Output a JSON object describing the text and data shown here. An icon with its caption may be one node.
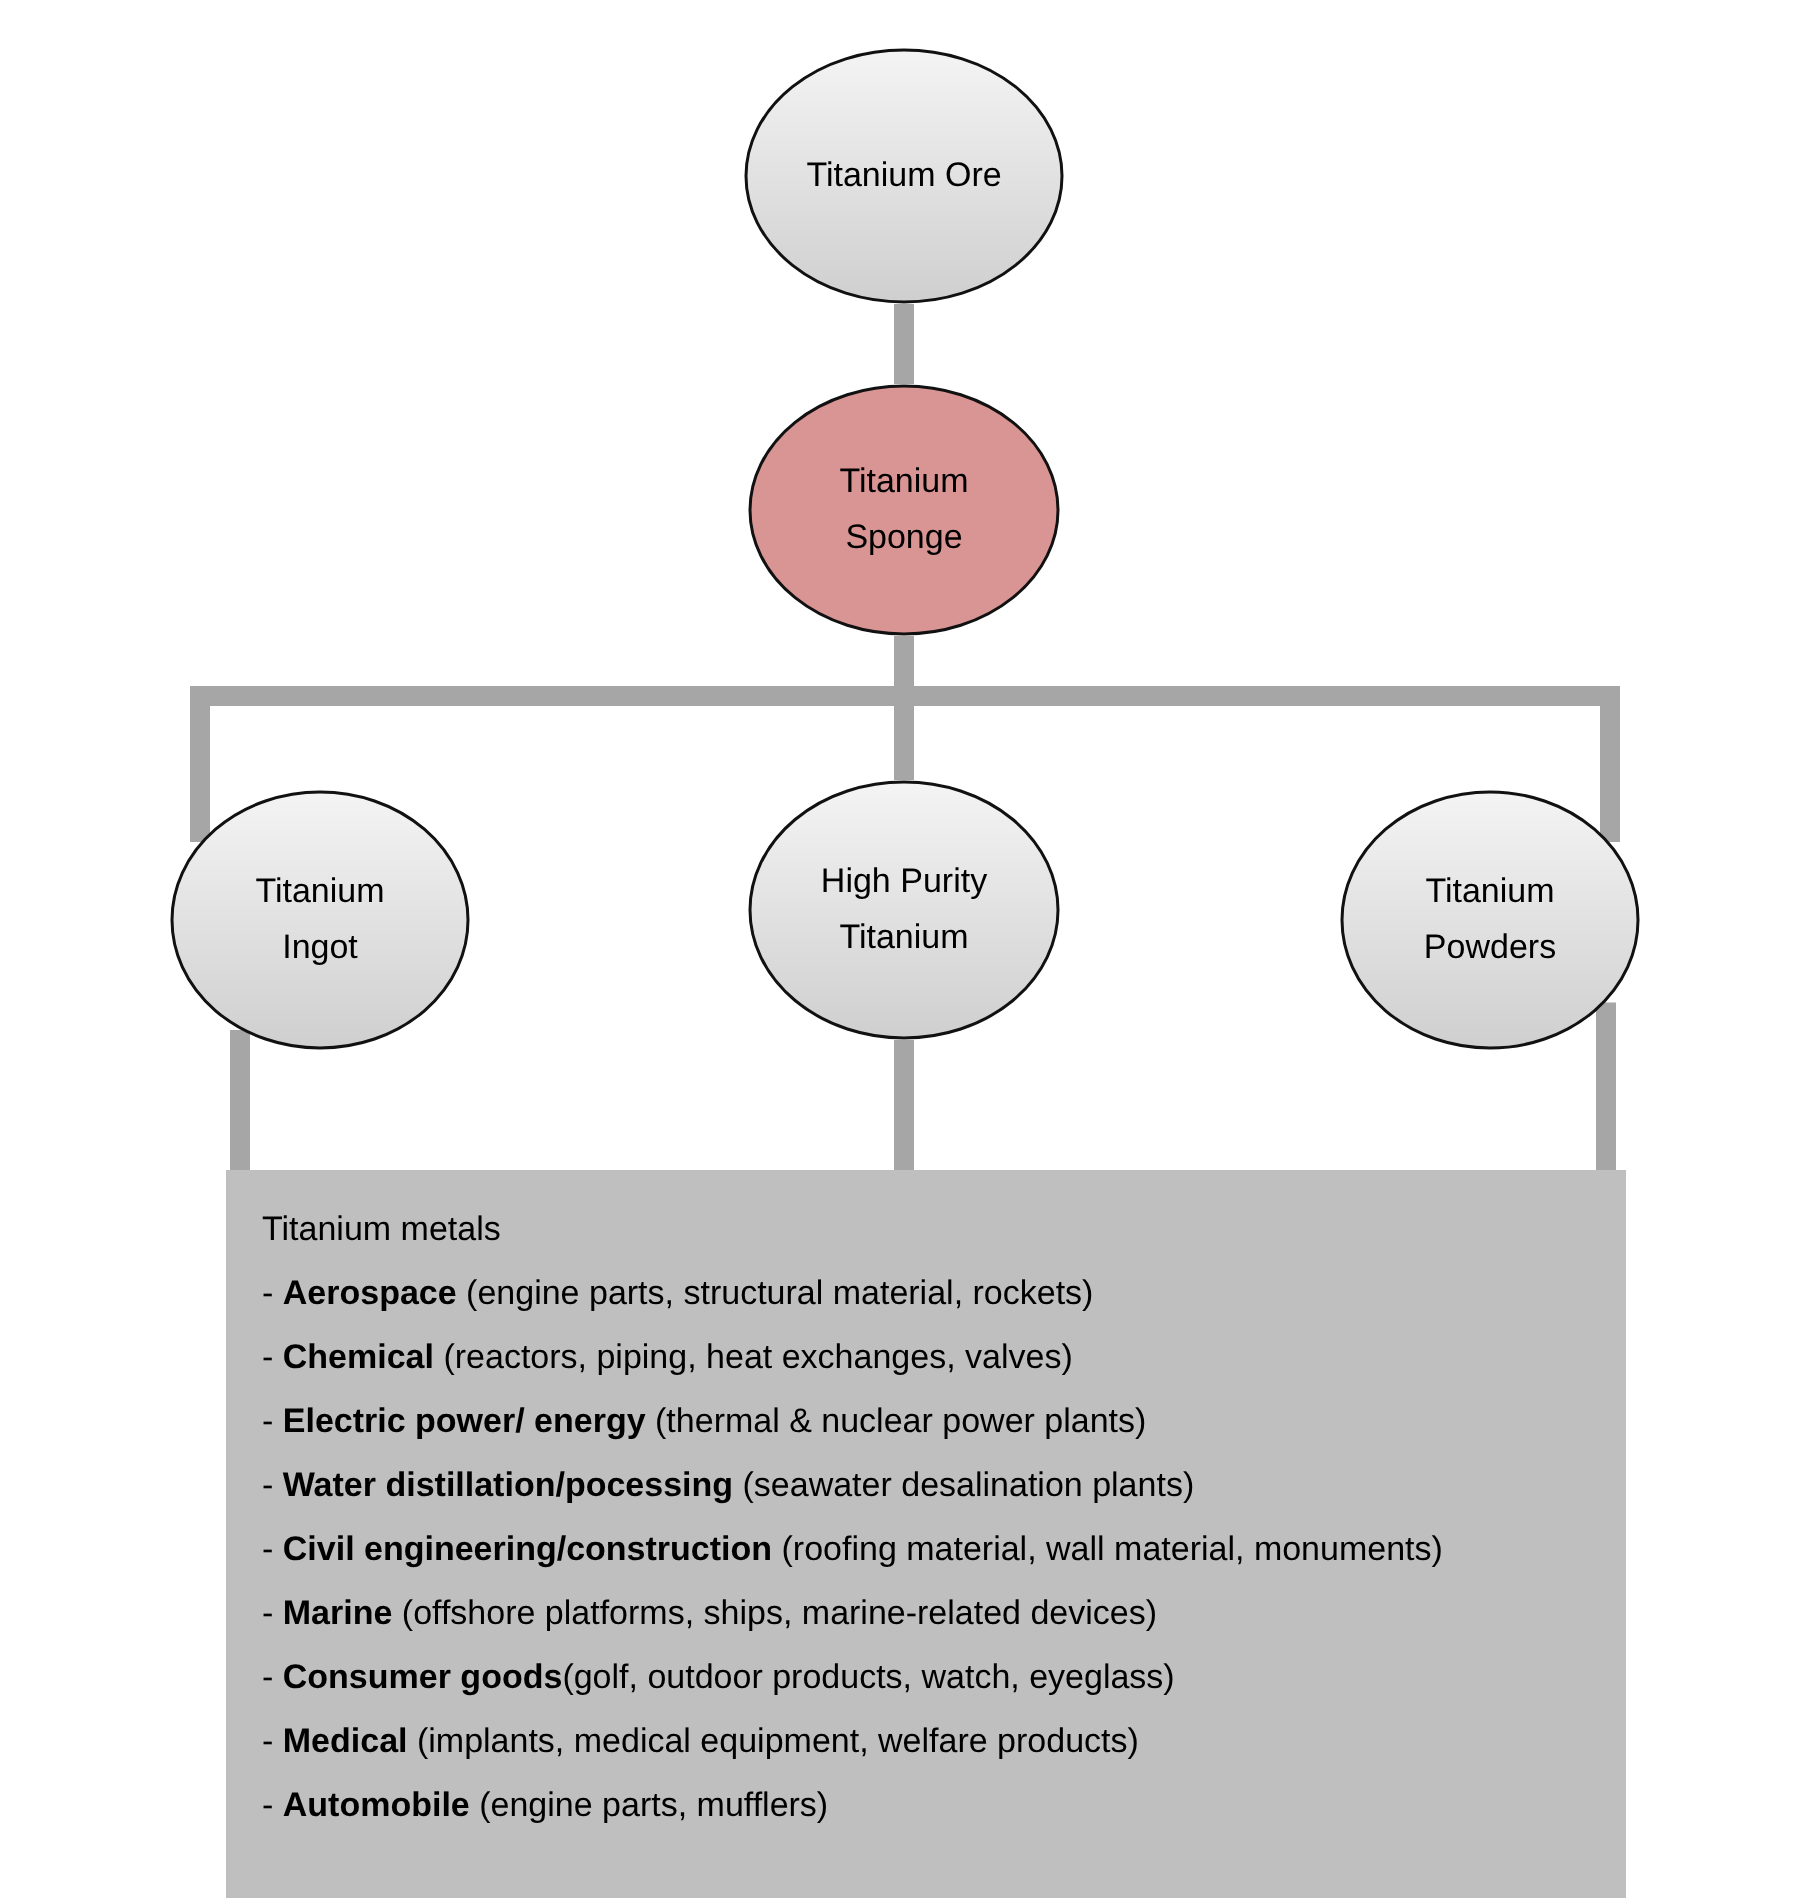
{
  "diagram": {
    "nodes": [
      {
        "text": [
          "Titanium Ore"
        ]
      },
      {
        "text": [
          "Titanium Sponge"
        ]
      },
      {
        "text": [
          "Titanium Ingot"
        ]
      },
      {
        "text": [
          "High Purity Titanium"
        ]
      },
      {
        "text": [
          "Titanium Powders"
        ]
      },
      {
        "text": [
          "Titanium metals",
          "- **Aerospace** (engine parts, structural material, rockets)",
          "- **Chemical** (reactors, piping, heat exchanges, valves)",
          "- **Electric power/ energy** (thermal & nuclear power plants)",
          "- **Water distillation/pocessing** (seawater desalination plants)",
          "- **Civil engineering/construction** (roofing material, wall material, monuments)",
          "- **Marine** (offshore platforms, ships, marine-related devices)",
          "- **Consumer goods**(golf, outdoor products, watch, eyeglass)",
          "- **Medical** (implants, medical equipment, welfare products)",
          "- **Automobile** (engine parts, mufflers)"
        ]
      }
    ],
    "edges": [
      {
        "from": 0,
        "to": 1,
        "arrow": "none"
      },
      {
        "from": 1,
        "to": 2,
        "arrow": "none"
      },
      {
        "from": 1,
        "to": 3,
        "arrow": "none"
      },
      {
        "from": 1,
        "to": 4,
        "arrow": "none"
      },
      {
        "from": 2,
        "to": 5,
        "arrow": "none"
      },
      {
        "from": 3,
        "to": 5,
        "arrow": "none"
      },
      {
        "from": 4,
        "to": 5,
        "arrow": "none"
      }
    ]
  }
}
